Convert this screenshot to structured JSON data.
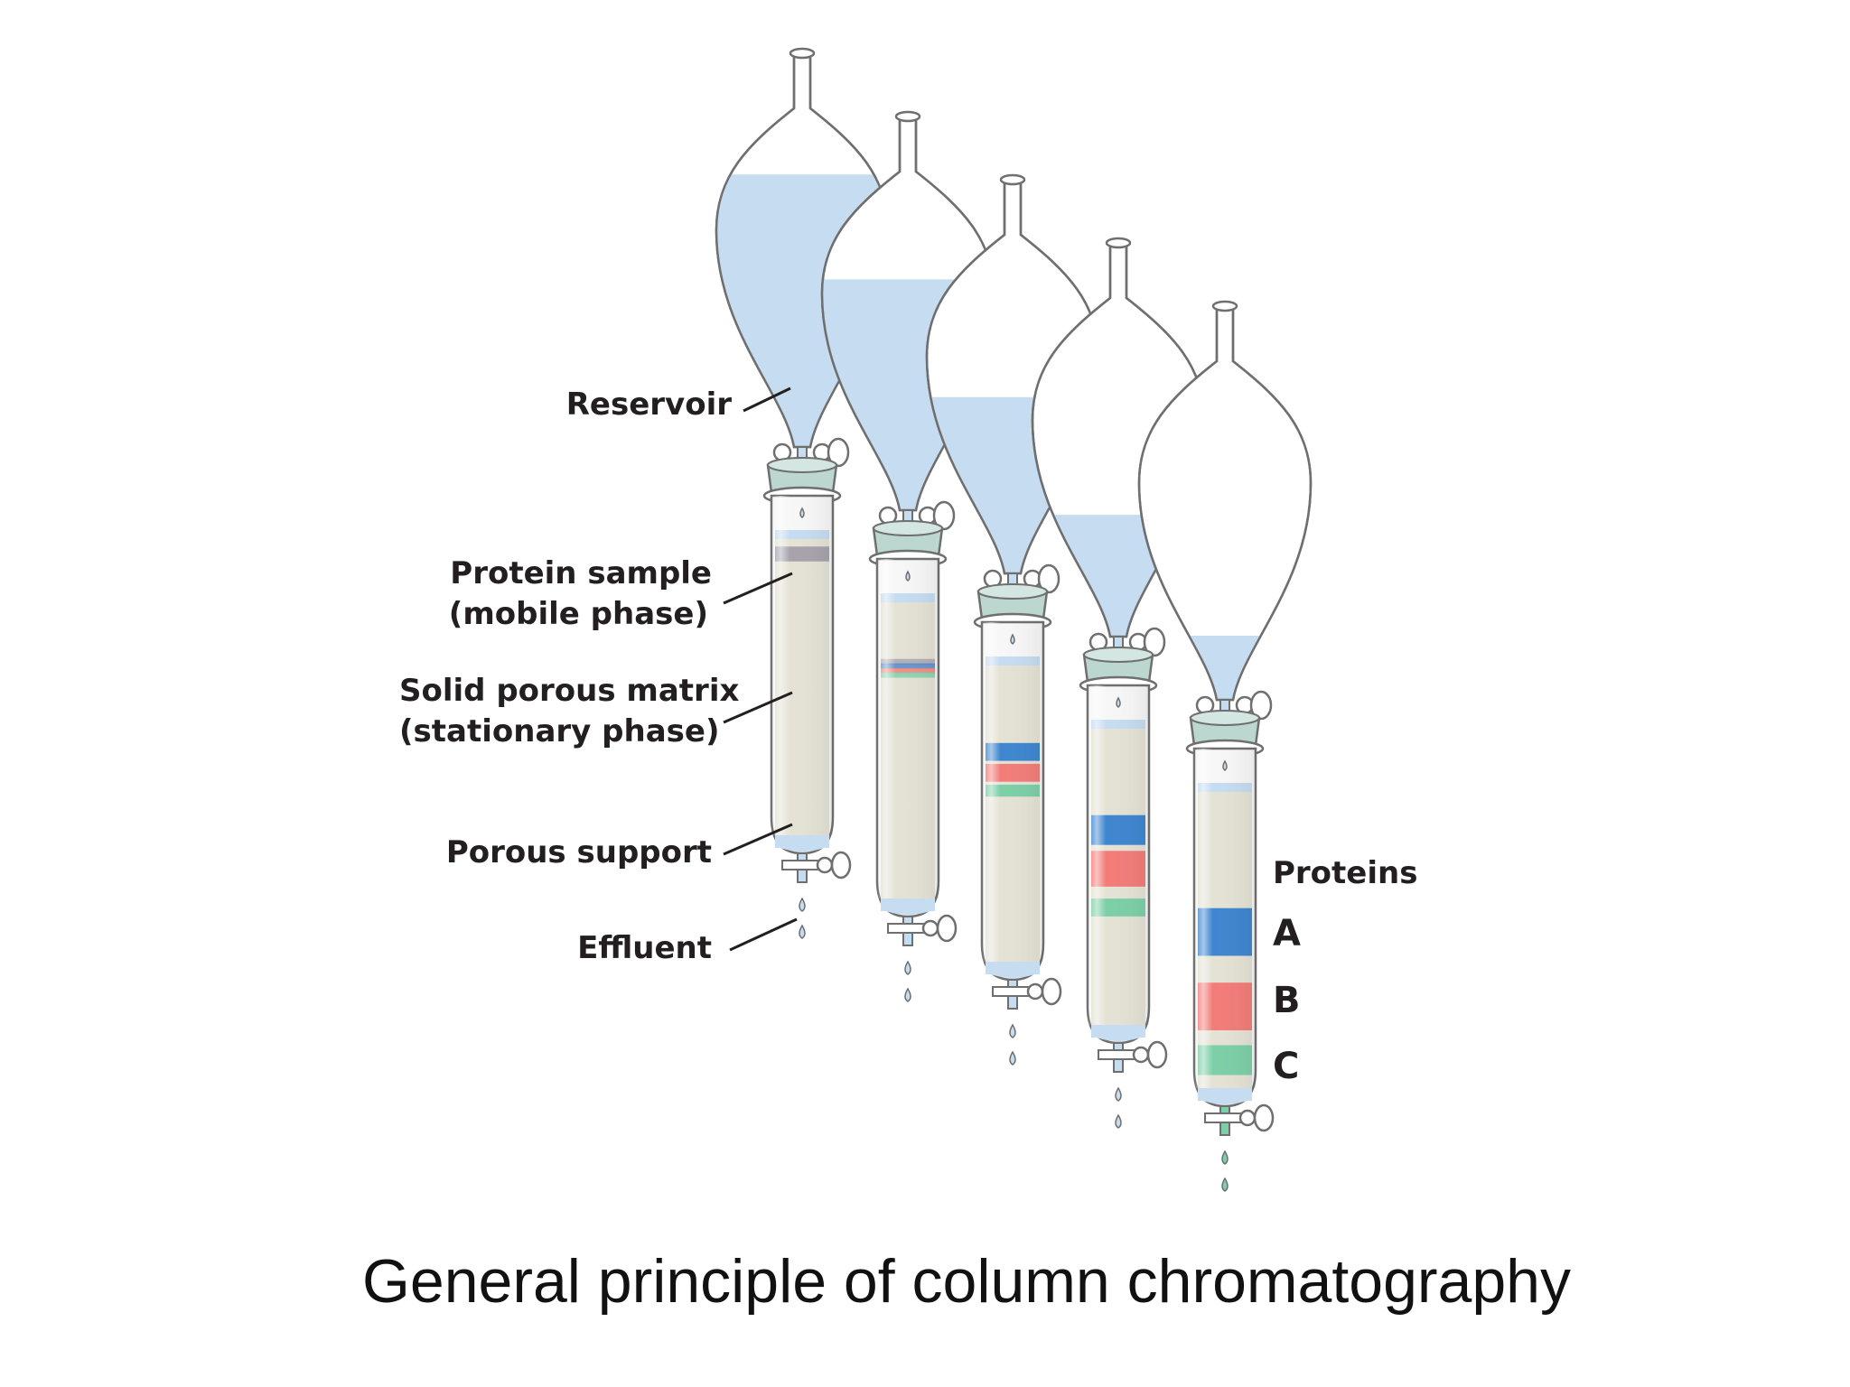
{
  "caption": "General principle of column chromatography",
  "labels": {
    "reservoir": "Reservoir",
    "protein_sample_1": "Protein sample",
    "protein_sample_2": "(mobile phase)",
    "matrix_1": "Solid porous matrix",
    "matrix_2": "(stationary phase)",
    "porous_support": "Porous support",
    "effluent": "Effluent",
    "proteins": "Proteins",
    "protein_a": "A",
    "protein_b": "B",
    "protein_c": "C"
  },
  "colors": {
    "liquid": "#c6dcf0",
    "matrix": "#e4e2d4",
    "sample": "#a7a2ac",
    "protein_a": "#3e86cf",
    "protein_b": "#f27c78",
    "protein_c": "#7ccfa8",
    "stopper": "#bcd6d0",
    "glass_outline": "#6f6f6f"
  },
  "stages": [
    {
      "name": "stage-1",
      "reservoir_fill": 0.85,
      "bands": [
        {
          "kind": "sample",
          "center": 0.05,
          "width": 0.05
        }
      ]
    },
    {
      "name": "stage-2",
      "reservoir_fill": 0.72,
      "bands": [
        {
          "kind": "mixed",
          "center": 0.22,
          "width": 0.06
        }
      ]
    },
    {
      "name": "stage-3",
      "reservoir_fill": 0.55,
      "bands": [
        {
          "kind": "protein_a",
          "center": 0.29,
          "width": 0.06
        },
        {
          "kind": "protein_b",
          "center": 0.36,
          "width": 0.06
        },
        {
          "kind": "protein_c",
          "center": 0.42,
          "width": 0.04
        }
      ]
    },
    {
      "name": "stage-4",
      "reservoir_fill": 0.38,
      "bands": [
        {
          "kind": "protein_a",
          "center": 0.34,
          "width": 0.1
        },
        {
          "kind": "protein_b",
          "center": 0.47,
          "width": 0.12
        },
        {
          "kind": "protein_c",
          "center": 0.6,
          "width": 0.06
        }
      ]
    },
    {
      "name": "stage-5",
      "reservoir_fill": 0.2,
      "bands": [
        {
          "kind": "protein_a",
          "center": 0.47,
          "width": 0.16
        },
        {
          "kind": "protein_b",
          "center": 0.72,
          "width": 0.16
        },
        {
          "kind": "protein_c",
          "center": 0.9,
          "width": 0.1
        }
      ]
    }
  ]
}
